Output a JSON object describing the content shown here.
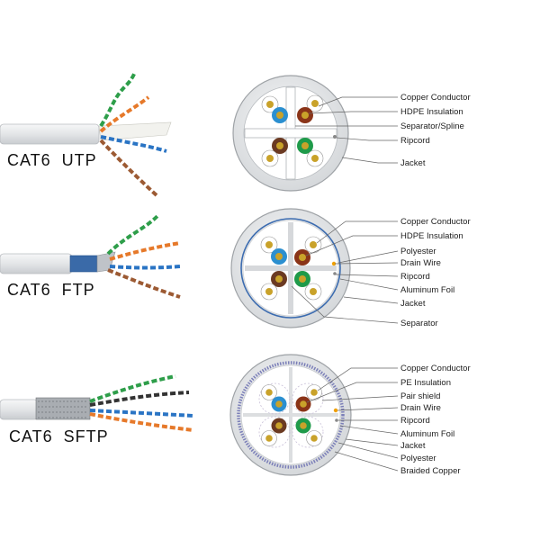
{
  "colors": {
    "jacket": "#e4e6e8",
    "jacket_edge": "#9ea2a6",
    "inner": "#ffffff",
    "copper": "#c9a22a",
    "insul_blue": "#2b8fd0",
    "insul_orange": "#8a3418",
    "insul_green": "#1f9a4a",
    "insul_brown": "#6b3a22",
    "foil": "#c8a000",
    "drain": "#f0a000",
    "braid": "#7b7fb8",
    "leader": "#666666"
  },
  "cables": [
    {
      "id": "utp",
      "title": "CAT6  UTP",
      "pairs_desc": [
        "blue",
        "orange",
        "green",
        "brown"
      ],
      "labels": [
        "Copper Conductor",
        "HDPE Insulation",
        "Separator/Spline",
        "Ripcord",
        "Jacket"
      ]
    },
    {
      "id": "ftp",
      "title": "CAT6  FTP",
      "labels": [
        "Copper Conductor",
        "HDPE Insulation",
        "Polyester",
        "Drain Wire",
        "Ripcord",
        "Aluminum Foil",
        "Jacket",
        "Separator"
      ]
    },
    {
      "id": "sftp",
      "title": "CAT6  SFTP",
      "labels": [
        "Copper Conductor",
        "PE Insulation",
        "Pair shield",
        "Drain Wire",
        "Ripcord",
        "Aluminum Foil",
        "Jacket",
        "Polyester",
        "Braided Copper"
      ]
    }
  ]
}
